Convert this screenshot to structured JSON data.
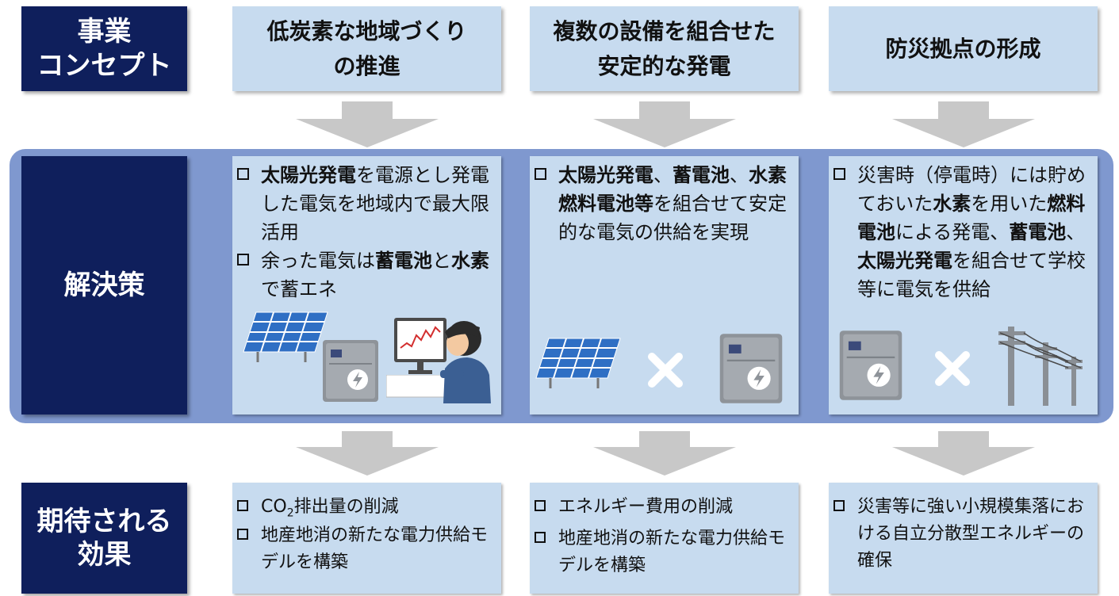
{
  "rows": {
    "concept": [
      "事業",
      "コンセプト"
    ],
    "solution": "解決策",
    "effect": [
      "期待される",
      "効果"
    ]
  },
  "concepts": [
    [
      "低炭素な地域づくり",
      "の推進"
    ],
    [
      "複数の設備を組合せた",
      "安定的な発電"
    ],
    [
      "防災拠点の形成"
    ]
  ],
  "solutions": {
    "col1": {
      "item1": [
        "太陽光発電",
        "を電源とし発電した電気を地域内で最大限活用"
      ],
      "item2": [
        "余った電気は",
        "蓄電池",
        "と",
        "水素",
        "で蓄エネ"
      ]
    },
    "col2": {
      "item1": [
        "太陽光発電",
        "、",
        "蓄電池",
        "、",
        "水素燃料電池等",
        "を組合せて安定的な電気の供給を実現"
      ]
    },
    "col3": {
      "item1": [
        "災害時（停電時）には貯めておいた",
        "水素",
        "を用いた",
        "燃料電池",
        "による発電、",
        "蓄電池",
        "、",
        "太陽光発電",
        "を組合せて学校等に電気を供給"
      ]
    }
  },
  "effects": {
    "col1": {
      "item1": [
        "CO",
        "2",
        "排出量の削減"
      ],
      "item2": "地産地消の新たな電力供給モデルを構築"
    },
    "col2": {
      "item1": "エネルギー費用の削減",
      "item2": "地産地消の新たな電力供給モデルを構築"
    },
    "col3": {
      "item1": "災害等に強い小規模集落における自立分散型エネルギーの確保"
    }
  },
  "colors": {
    "navy": "#0f1f5c",
    "box": "#c7dbef",
    "band": "#7f98cf",
    "arrow": "#c8c8c8"
  }
}
